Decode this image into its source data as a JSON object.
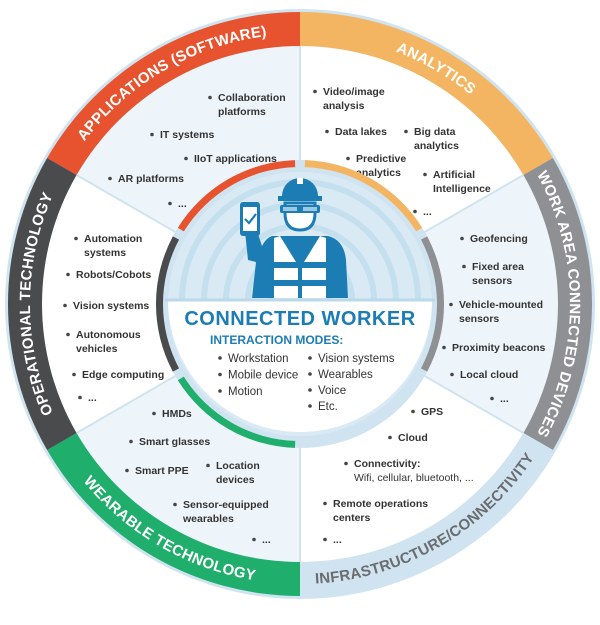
{
  "colors": {
    "applications": "#e8532f",
    "analytics": "#f3b562",
    "work_area": "#8f9093",
    "infrastructure": "#cfe4f0",
    "wearable": "#1fae6b",
    "operational": "#4a4b4d",
    "worker_blue": "#1c7db5",
    "panel_light": "#eef5fa"
  },
  "center": {
    "title": "CONNECTED WORKER",
    "subtitle": "INTERACTION MODES:",
    "modes_left": [
      "Workstation",
      "Mobile device",
      "Motion"
    ],
    "modes_right": [
      "Vision systems",
      "Wearables",
      "Voice",
      "Etc."
    ],
    "icon": "worker-with-hardhat-smartglasses-phone-icon"
  },
  "segments": [
    {
      "id": "applications",
      "label": "APPLICATIONS (SOFTWARE)",
      "items": [
        [
          "Collaboration",
          "platforms"
        ],
        [
          "IT systems"
        ],
        [
          "IIoT applications"
        ],
        [
          "AR platforms"
        ],
        [
          "..."
        ]
      ]
    },
    {
      "id": "analytics",
      "label": "ANALYTICS",
      "items": [
        [
          "Video/image",
          "analysis"
        ],
        [
          "Data lakes"
        ],
        [
          "Big data",
          "analytics"
        ],
        [
          "Predictive",
          "analytics"
        ],
        [
          "Artificial",
          "Intelligence"
        ],
        [
          "..."
        ]
      ]
    },
    {
      "id": "work_area",
      "label": "WORK AREA CONNECTED DEVICES",
      "items": [
        [
          "Geofencing"
        ],
        [
          "Fixed area",
          "sensors"
        ],
        [
          "Vehicle-mounted",
          "sensors"
        ],
        [
          "Proximity beacons"
        ],
        [
          "Local cloud"
        ],
        [
          "..."
        ]
      ]
    },
    {
      "id": "infrastructure",
      "label": "INFRASTRUCTURE/CONNECTIVITY",
      "items": [
        [
          "GPS"
        ],
        [
          "Cloud"
        ],
        [
          "Connectivity:",
          "Wifi, cellular, bluetooth, ..."
        ],
        [
          "Remote operations",
          "centers"
        ],
        [
          "..."
        ]
      ]
    },
    {
      "id": "wearable",
      "label": "WEARABLE TECHNOLOGY",
      "items": [
        [
          "HMDs"
        ],
        [
          "Smart glasses"
        ],
        [
          "Smart PPE"
        ],
        [
          "Location",
          "devices"
        ],
        [
          "Sensor-equipped",
          "wearables"
        ],
        [
          "..."
        ]
      ]
    },
    {
      "id": "operational",
      "label": "OPERATIONAL TECHNOLOGY",
      "items": [
        [
          "Automation",
          "systems"
        ],
        [
          "Robots/Cobots"
        ],
        [
          "Vision systems"
        ],
        [
          "Autonomous",
          "vehicles"
        ],
        [
          "Edge computing"
        ],
        [
          "..."
        ]
      ]
    }
  ]
}
